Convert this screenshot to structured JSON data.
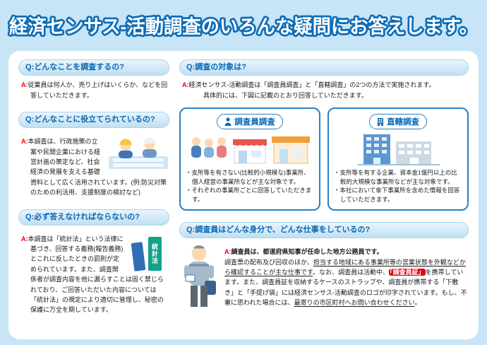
{
  "title": "経済センサス-活動調査のいろんな疑問にお答えします。",
  "labels": {
    "a_prefix": "A:"
  },
  "icons": {
    "enumerator_box_title_icon": "person-icon",
    "direct_box_title_icon": "building-icon"
  },
  "colors": {
    "background": "#c7e5f6",
    "title_outline": "#0d6cb6",
    "question_blue": "#0b68b3",
    "answer_red": "#e60012",
    "box_border_blue": "#2a80c4",
    "badge_red": "#e60012",
    "book_green": "#15a08a"
  },
  "left_column": {
    "qa_what": {
      "question": "Q:どんなことを調査するの?",
      "answer": "従業員は何人か、売り上げはいくらか、などを回答していただきます。"
    },
    "qa_usage": {
      "question": "Q:どんなことに役立てられているの?",
      "answer": "本調査は、行政施策の立案や民間企業における経営計画の策定など、社会経済の発展を支える基礎資料として広く活用されています。(例:防災対策のための利活用、支援制度の検討など)"
    },
    "qa_mandatory": {
      "question": "Q:必ず答えなければならないの?",
      "answer": "本調査は「統計法」という法律に基づき、回答する義務(報告義務)とこれに反したときの罰則が定められています。また、調査関係者が調査内容を他に漏らすことは固く禁じられており、ご回答いただいた内容については「統計法」の規定により適切に管理し、秘密の保護に万全を期しています。",
      "book_spine_label": "統計法"
    }
  },
  "right_column": {
    "qa_target": {
      "question": "Q:調査の対象は?",
      "answer_line1": "経済センサス-活動調査は「調査員調査」と「直轄調査」の2つの方法で実施されます。",
      "answer_line2": "具体的には、下図に記載のとおり回答していただきます。",
      "enumerator_box": {
        "title": "調査員調査",
        "bullets": [
          "・支所等を有さない(比較的小規模な)事業所、個人経営の事業所などが主な対象です。",
          "・それぞれの事業所ごとに回答していただきます。"
        ]
      },
      "direct_box": {
        "title": "直轄調査",
        "bullets": [
          "・支所等を有する企業、資本金1億円以上の比較的大規模な事業所などが主な対象です。",
          "・本社において傘下事業所を含めた情報を回答していただきます。"
        ]
      }
    },
    "qa_enumerator": {
      "question": "Q:調査員はどんな身分で、どんな仕事をしているの?",
      "answer_intro": "調査員は、都道府県知事が任命した地方公務員です。",
      "body_pre": "調査票の配布及び回収のほか、",
      "body_underline1": "担当する地域にある事業所等の営業状態を外観などから確認することが主な仕事です",
      "body_mid1": "。なお、調査員は活動中、",
      "badge": "「調査員証」",
      "body_mid2": "を携帯しています。また、調査員証を収納するケースのストラップや、調査員が携帯する「下敷き」と「手提げ袋」には経済センサス-活動調査のロゴが印字されています。もし、不審に思われた場合には、",
      "body_underline2": "最寄りの市区町村へお問い合わせください",
      "body_end": "。"
    }
  }
}
